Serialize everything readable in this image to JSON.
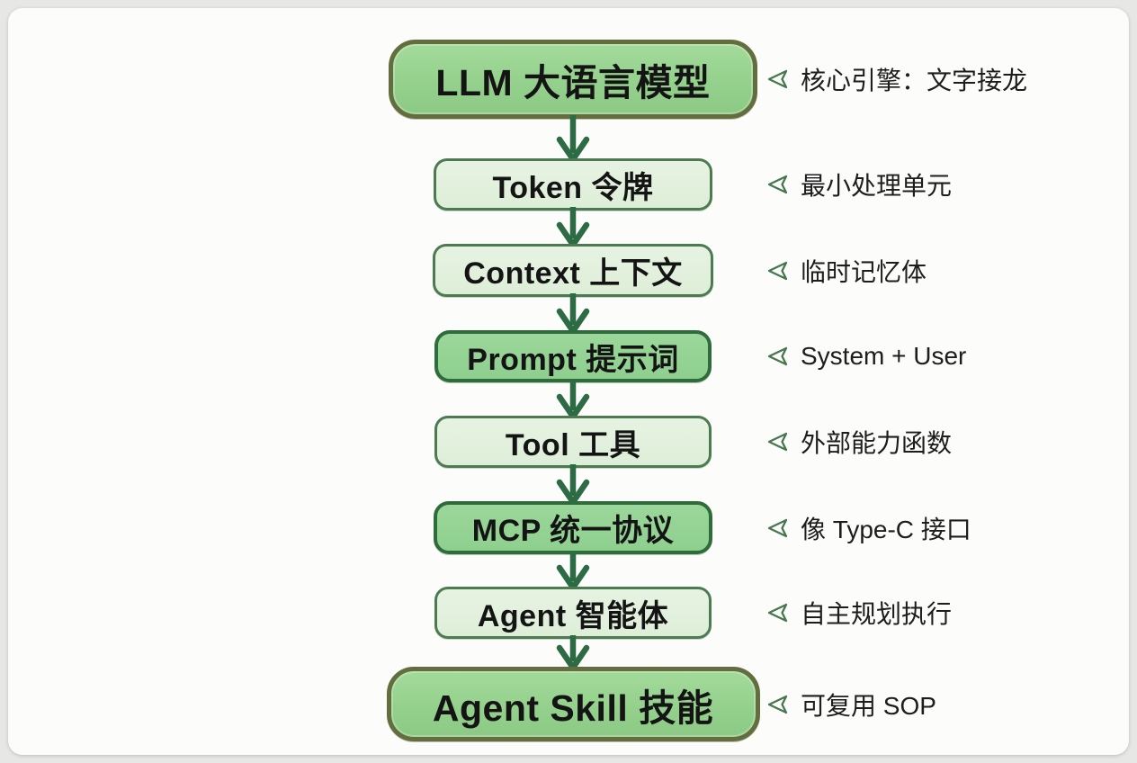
{
  "page": {
    "background_color": "#e7e7e5",
    "card_color": "#fcfcfa"
  },
  "colors": {
    "primary_fill": "#97d28f",
    "primary_border": "#636d3e",
    "light_fill": "#e2f0dd",
    "light_border": "#4c7b52",
    "medium_fill": "#95d395",
    "medium_border": "#2e6c3c",
    "arrow": "#2d6b45",
    "marker_stroke": "#47764f",
    "label_text": "#141414",
    "note_text": "#1d1d1d"
  },
  "icons": {
    "arrow": "down-arrow-icon",
    "marker": "left-triangle-marker-icon"
  },
  "flow": {
    "nodes": [
      {
        "id": "llm",
        "label": "LLM 大语言模型",
        "variant": "primary",
        "note": "核心引擎：文字接龙"
      },
      {
        "id": "token",
        "label": "Token 令牌",
        "variant": "light",
        "note": "最小处理单元"
      },
      {
        "id": "context",
        "label": "Context 上下文",
        "variant": "light",
        "note": "临时记忆体"
      },
      {
        "id": "prompt",
        "label": "Prompt 提示词",
        "variant": "medium",
        "note": "System + User"
      },
      {
        "id": "tool",
        "label": "Tool 工具",
        "variant": "light",
        "note": "外部能力函数"
      },
      {
        "id": "mcp",
        "label": "MCP 统一协议",
        "variant": "medium",
        "note": "像 Type-C 接口"
      },
      {
        "id": "agent",
        "label": "Agent 智能体",
        "variant": "light",
        "note": "自主规划执行"
      },
      {
        "id": "agent_skill",
        "label": "Agent Skill 技能",
        "variant": "primary",
        "note": "可复用 SOP"
      }
    ]
  }
}
